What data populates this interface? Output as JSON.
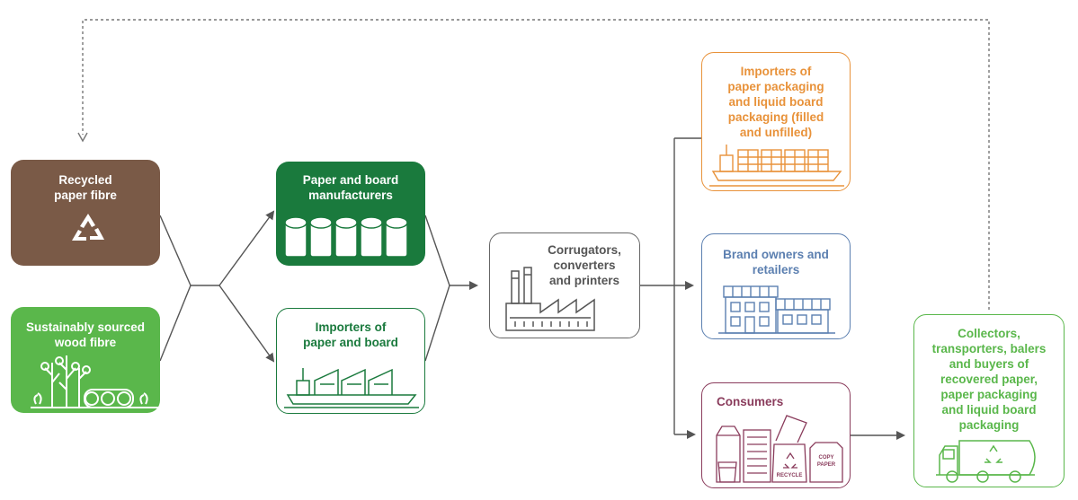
{
  "nodes": {
    "recycled_fibre": {
      "label": "Recycled\npaper fibre",
      "icon": "recycle-icon",
      "fill": "#7a5a47"
    },
    "wood_fibre": {
      "label": "Sustainably sourced\nwood fibre",
      "icon": "trees-logs-icon",
      "fill": "#5ab74b"
    },
    "manufacturers": {
      "label": "Paper and board\nmanufacturers",
      "icon": "paper-rolls-icon",
      "fill": "#1a7a3d"
    },
    "importers_board": {
      "label": "Importers of\npaper and board",
      "icon": "cargo-ship-icon",
      "color": "#1a7a3d"
    },
    "corrugators": {
      "label": "Corrugators,\nconverters\nand printers",
      "icon": "factory-icon",
      "color": "#555555"
    },
    "importers_packaging": {
      "label": "Importers of\npaper packaging\nand liquid board\npackaging (filled\nand unfilled)",
      "icon": "container-ship-icon",
      "color": "#e8923a"
    },
    "brand_owners": {
      "label": "Brand owners and\nretailers",
      "icon": "shops-icon",
      "color": "#5b7fb0"
    },
    "consumers": {
      "label": "Consumers",
      "icon": "paper-products-icon",
      "color": "#8a3c5c"
    },
    "collectors": {
      "label": "Collectors,\ntransporters, balers\nand buyers of\nrecovered paper,\npaper packaging\nand liquid board\npackaging",
      "icon": "recycling-truck-icon",
      "color": "#5ab74b"
    }
  },
  "icon_text": {
    "recycle_bin": "RECYCLE",
    "copy_paper": "COPY\nPAPER"
  },
  "colors": {
    "connector": "#555555",
    "feedback": "#777777"
  }
}
